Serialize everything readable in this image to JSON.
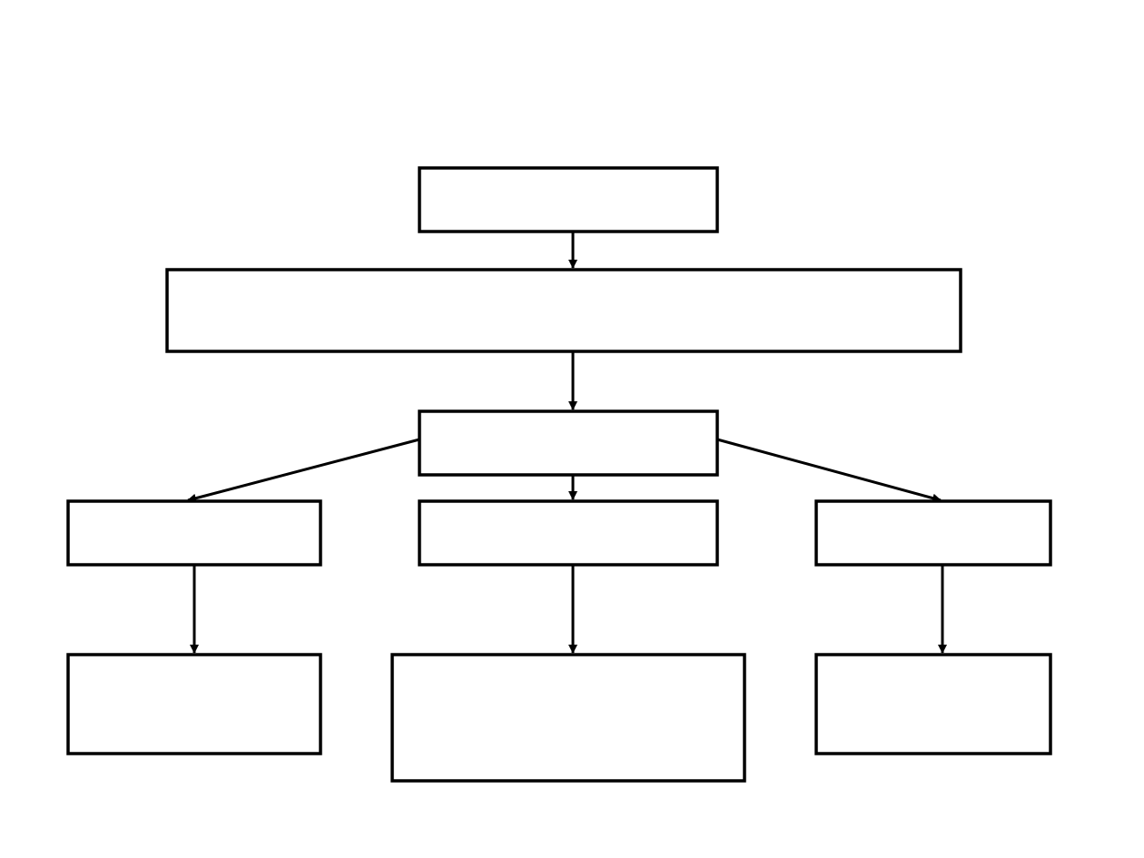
{
  "diagram": {
    "type": "flowchart",
    "stroke_color": "#000000",
    "background_color": "#ffffff",
    "nodes": [
      {
        "id": "top",
        "label": ""
      },
      {
        "id": "wide",
        "label": ""
      },
      {
        "id": "hub",
        "label": ""
      },
      {
        "id": "left-mid",
        "label": ""
      },
      {
        "id": "center-mid",
        "label": ""
      },
      {
        "id": "right-mid",
        "label": ""
      },
      {
        "id": "left-bottom",
        "label": ""
      },
      {
        "id": "center-bottom",
        "label": ""
      },
      {
        "id": "right-bottom",
        "label": ""
      }
    ],
    "edges": [
      {
        "from": "top",
        "to": "wide"
      },
      {
        "from": "wide",
        "to": "hub"
      },
      {
        "from": "hub",
        "to": "left-mid"
      },
      {
        "from": "hub",
        "to": "center-mid"
      },
      {
        "from": "hub",
        "to": "right-mid"
      },
      {
        "from": "left-mid",
        "to": "left-bottom"
      },
      {
        "from": "center-mid",
        "to": "center-bottom"
      },
      {
        "from": "right-mid",
        "to": "right-bottom"
      }
    ]
  }
}
